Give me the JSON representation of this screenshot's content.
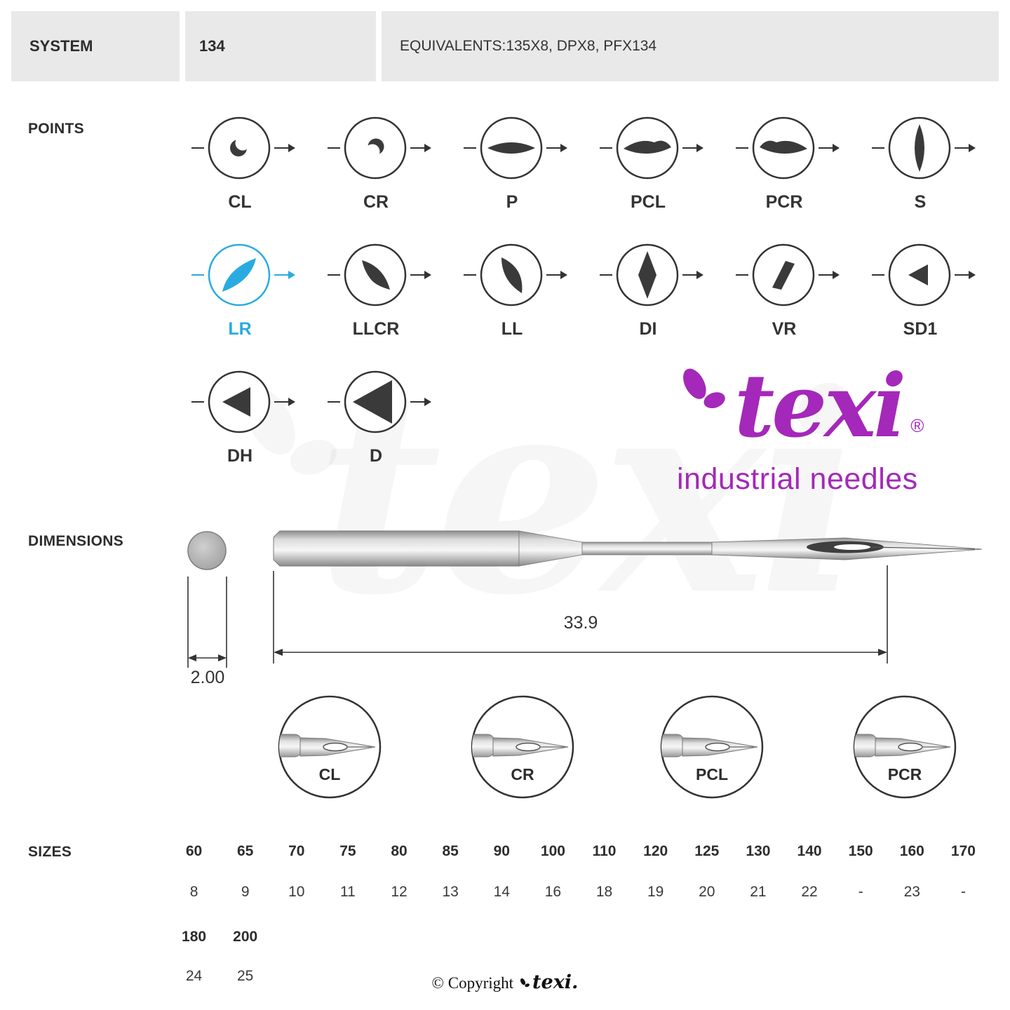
{
  "header": {
    "system_label": "SYSTEM",
    "system_value": "134",
    "equivalents": "EQUIVALENTS:135X8, DPX8, PFX134"
  },
  "watermark": {
    "text": "texi"
  },
  "points": {
    "label": "POINTS",
    "ink_color": "#333333",
    "highlight_color": "#29abe2",
    "rows": [
      [
        {
          "code": "CL",
          "icon": "crescent-cl"
        },
        {
          "code": "CR",
          "icon": "crescent-cr"
        },
        {
          "code": "P",
          "icon": "lens-horizontal"
        },
        {
          "code": "PCL",
          "icon": "lens-horizontal-left"
        },
        {
          "code": "PCR",
          "icon": "lens-horizontal-right"
        },
        {
          "code": "S",
          "icon": "lens-vertical"
        }
      ],
      [
        {
          "code": "LR",
          "icon": "lens-diagonal-ne",
          "highlight": true
        },
        {
          "code": "LLCR",
          "icon": "lens-diagonal-notch"
        },
        {
          "code": "LL",
          "icon": "lens-diagonal-se"
        },
        {
          "code": "DI",
          "icon": "diamond-vertical"
        },
        {
          "code": "VR",
          "icon": "diamond-tilted"
        },
        {
          "code": "SD1",
          "icon": "triangle-small"
        }
      ],
      [
        {
          "code": "DH",
          "icon": "triangle-medium"
        },
        {
          "code": "D",
          "icon": "triangle-large"
        }
      ]
    ]
  },
  "logo": {
    "brand": "texi",
    "registered": "®",
    "tagline": "industrial needles",
    "color": "#a428b9"
  },
  "dimensions": {
    "label": "DIMENSIONS",
    "diameter": "2.00",
    "length": "33.9",
    "details": [
      "CL",
      "CR",
      "PCL",
      "PCR"
    ]
  },
  "sizes": {
    "label": "SIZES",
    "groups": [
      {
        "sizes": [
          "60",
          "65",
          "70",
          "75",
          "80",
          "85",
          "90",
          "100",
          "110",
          "120",
          "125",
          "130",
          "140",
          "150",
          "160",
          "170"
        ],
        "values": [
          "8",
          "9",
          "10",
          "11",
          "12",
          "13",
          "14",
          "16",
          "18",
          "19",
          "20",
          "21",
          "22",
          "-",
          "23",
          "-"
        ]
      },
      {
        "sizes": [
          "180",
          "200"
        ],
        "values": [
          "24",
          "25"
        ]
      }
    ]
  },
  "footer": {
    "copyright": "© Copyright",
    "brand": "texi."
  }
}
